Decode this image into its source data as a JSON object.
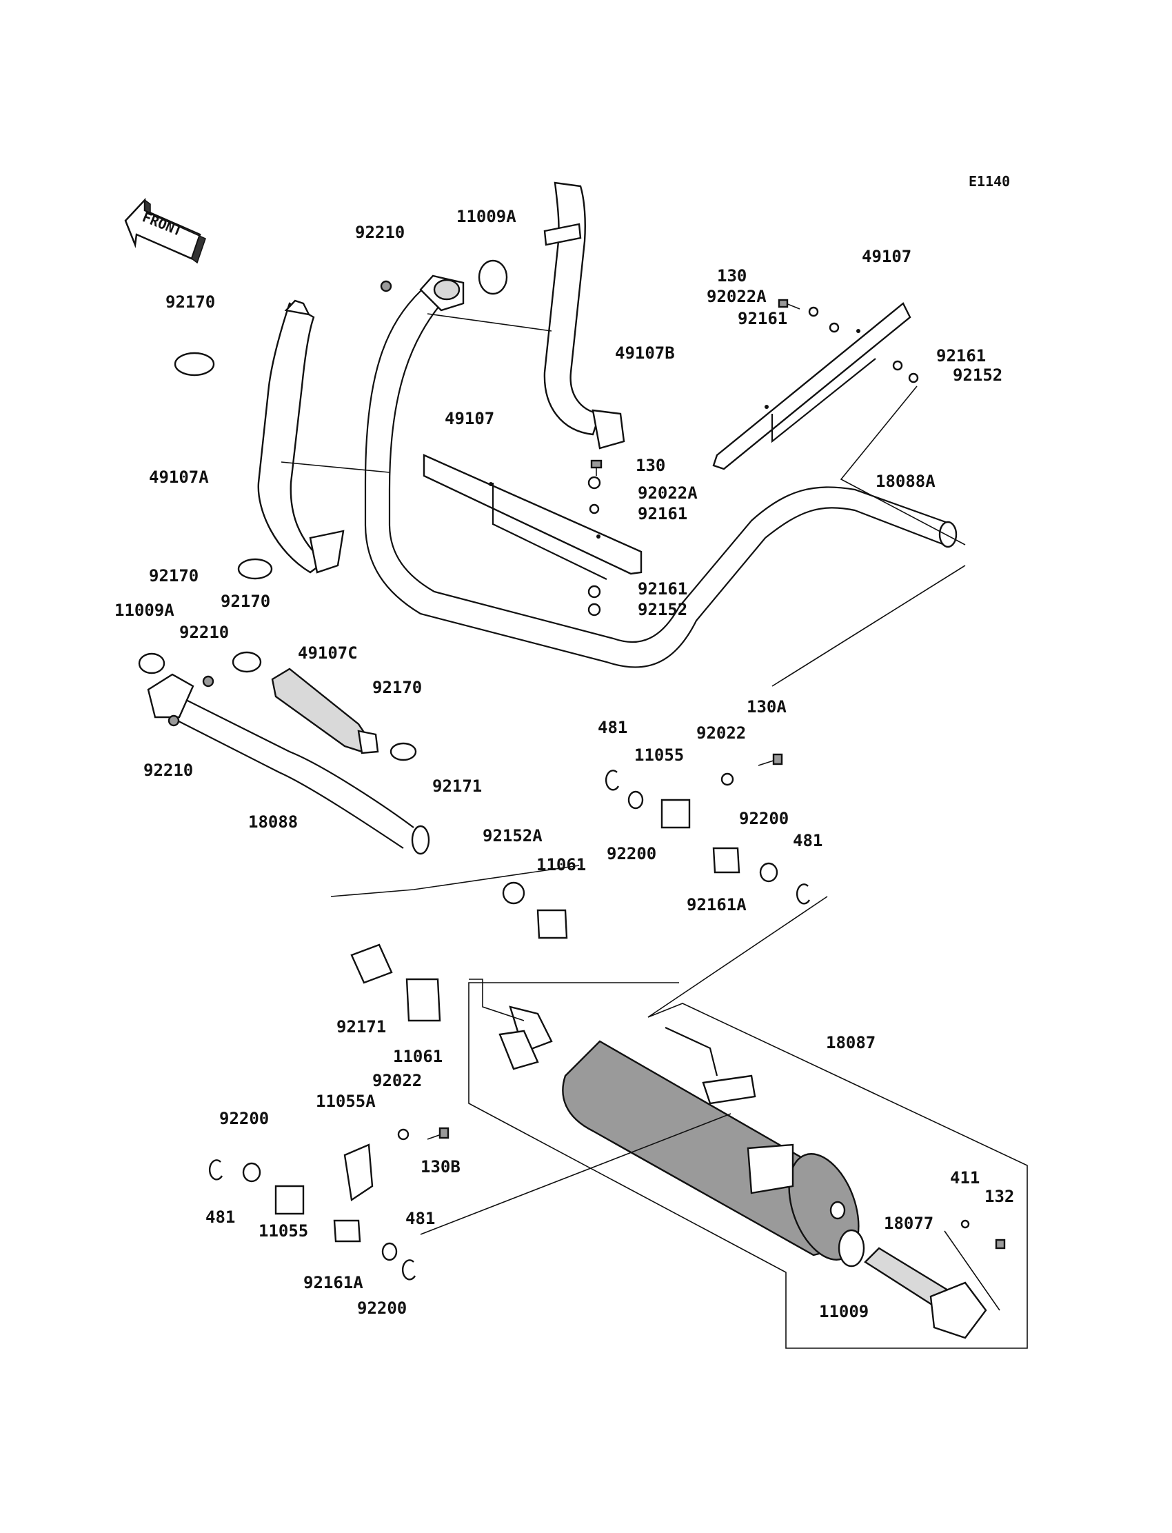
{
  "diagram": {
    "code": "E1140",
    "front_label": "FRONT",
    "parts": [
      {
        "id": "p01",
        "number": "92170"
      },
      {
        "id": "p02",
        "number": "49107A"
      },
      {
        "id": "p03",
        "number": "92210"
      },
      {
        "id": "p04",
        "number": "11009A"
      },
      {
        "id": "p05",
        "number": "49107B"
      },
      {
        "id": "p06",
        "number": "130"
      },
      {
        "id": "p07",
        "number": "92022A"
      },
      {
        "id": "p08",
        "number": "92161"
      },
      {
        "id": "p09",
        "number": "49107"
      },
      {
        "id": "p10",
        "number": "92161"
      },
      {
        "id": "p11",
        "number": "92152"
      },
      {
        "id": "p12",
        "number": "49107"
      },
      {
        "id": "p13",
        "number": "130"
      },
      {
        "id": "p14",
        "number": "92022A"
      },
      {
        "id": "p15",
        "number": "92161"
      },
      {
        "id": "p16",
        "number": "18088A"
      },
      {
        "id": "p17",
        "number": "92170"
      },
      {
        "id": "p18",
        "number": "92161"
      },
      {
        "id": "p19",
        "number": "92152"
      },
      {
        "id": "p20",
        "number": "11009A"
      },
      {
        "id": "p21",
        "number": "92170"
      },
      {
        "id": "p22",
        "number": "92210"
      },
      {
        "id": "p23",
        "number": "49107C"
      },
      {
        "id": "p24",
        "number": "92170"
      },
      {
        "id": "p25",
        "number": "92210"
      },
      {
        "id": "p26",
        "number": "18088"
      },
      {
        "id": "p27",
        "number": "130A"
      },
      {
        "id": "p28",
        "number": "481"
      },
      {
        "id": "p29",
        "number": "92022"
      },
      {
        "id": "p30",
        "number": "11055"
      },
      {
        "id": "p31",
        "number": "92171"
      },
      {
        "id": "p32",
        "number": "92152A"
      },
      {
        "id": "p33",
        "number": "11061"
      },
      {
        "id": "p34",
        "number": "92200"
      },
      {
        "id": "p35",
        "number": "92200"
      },
      {
        "id": "p36",
        "number": "481"
      },
      {
        "id": "p37",
        "number": "92161A"
      },
      {
        "id": "p38",
        "number": "92171"
      },
      {
        "id": "p39",
        "number": "11061"
      },
      {
        "id": "p40",
        "number": "18087"
      },
      {
        "id": "p41",
        "number": "92022"
      },
      {
        "id": "p42",
        "number": "11055A"
      },
      {
        "id": "p43",
        "number": "92200"
      },
      {
        "id": "p44",
        "number": "130B"
      },
      {
        "id": "p45",
        "number": "481"
      },
      {
        "id": "p46",
        "number": "11055"
      },
      {
        "id": "p47",
        "number": "481"
      },
      {
        "id": "p48",
        "number": "92161A"
      },
      {
        "id": "p49",
        "number": "92200"
      },
      {
        "id": "p50",
        "number": "411"
      },
      {
        "id": "p51",
        "number": "132"
      },
      {
        "id": "p52",
        "number": "18077"
      },
      {
        "id": "p53",
        "number": "11009"
      }
    ]
  }
}
